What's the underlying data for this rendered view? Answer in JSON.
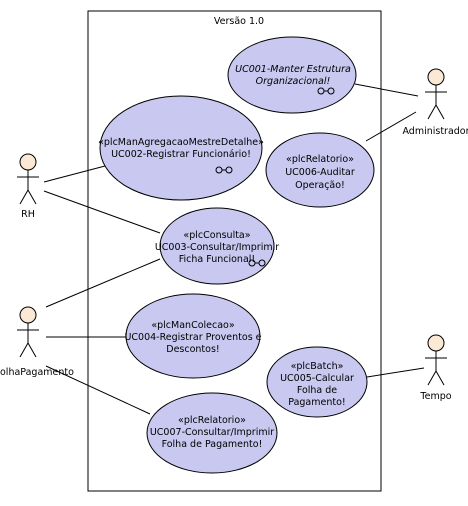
{
  "system": {
    "title": "Versão 1.0"
  },
  "actors": [
    {
      "id": "rh",
      "label": "RH"
    },
    {
      "id": "folha",
      "label": "olhaPagamento"
    },
    {
      "id": "admin",
      "label": "Administrador"
    },
    {
      "id": "tempo",
      "label": "Tempo"
    }
  ],
  "use_cases": [
    {
      "id": "uc001",
      "lines": [
        "UC001-Manter Estrutura",
        "Organizacional!"
      ],
      "italic": true
    },
    {
      "id": "uc002",
      "lines": [
        "«plcManAgregacaoMestreDetalhe»",
        "UC002-Registrar Funcionário!"
      ]
    },
    {
      "id": "uc006",
      "lines": [
        "«plcRelatorio»",
        "UC006-Auditar",
        "Operação!"
      ]
    },
    {
      "id": "uc003",
      "lines": [
        "«plcConsulta»",
        "UC003-Consultar/Imprimir",
        "Ficha Funcional!"
      ]
    },
    {
      "id": "uc004",
      "lines": [
        "«plcManColecao»",
        "UC004-Registrar Proventos e",
        "Descontos!"
      ]
    },
    {
      "id": "uc005",
      "lines": [
        "«plcBatch»",
        "UC005-Calcular",
        "Folha de",
        "Pagamento!"
      ]
    },
    {
      "id": "uc007",
      "lines": [
        "«plcRelatorio»",
        "UC007-Consultar/Imprimir",
        "Folha de Pagamento!"
      ]
    }
  ],
  "associations": [
    [
      "rh",
      "uc002"
    ],
    [
      "rh",
      "uc003"
    ],
    [
      "folha",
      "uc003"
    ],
    [
      "folha",
      "uc004"
    ],
    [
      "folha",
      "uc007"
    ],
    [
      "admin",
      "uc001"
    ],
    [
      "admin",
      "uc006"
    ],
    [
      "tempo",
      "uc005"
    ]
  ]
}
